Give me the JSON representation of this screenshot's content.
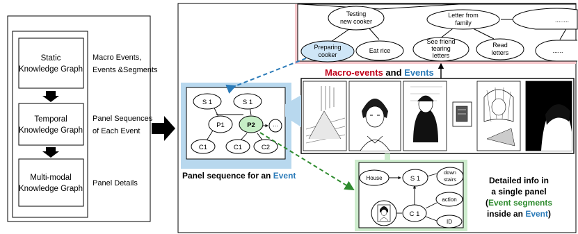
{
  "left_panel": {
    "stages": [
      {
        "line1": "Static",
        "line2": "Knowledge Graph",
        "desc1": "Macro Events,",
        "desc2": "Events &Segments"
      },
      {
        "line1": "Temporal",
        "line2": "Knowledge Graph",
        "desc1": "Panel Sequences",
        "desc2": "of Each Event"
      },
      {
        "line1": "Multi-modal",
        "line2": "Knowledge Graph",
        "desc1": "Panel Details",
        "desc2": ""
      }
    ]
  },
  "top_graph": {
    "nodes": {
      "testing_line1": "Testing",
      "testing_line2": "new cooker",
      "letter_line1": "Letter from",
      "letter_line2": "family",
      "ellipsis_top": "........",
      "preparing_line1": "Preparing",
      "preparing_line2": "cooker",
      "eat_rice": "Eat rice",
      "see_line1": "See friend",
      "see_line2": "tearing",
      "see_line3": "letters",
      "read_line1": "Read",
      "read_line2": "letters",
      "ellipsis_bottom": "......"
    }
  },
  "heading": {
    "macro": "Macro-events",
    "and": " and ",
    "events": "Events"
  },
  "panel_sequence": {
    "nodes": {
      "s1a": "S 1",
      "s1b": "S 1",
      "p1": "P1",
      "p2": "P2",
      "more": "...",
      "c1a": "C1",
      "c1b": "C1",
      "c2": "C2"
    },
    "caption_prefix": "Panel sequence for an ",
    "caption_event": "Event"
  },
  "panel_detail": {
    "nodes": {
      "house": "House",
      "s1": "S 1",
      "down": "down",
      "stairs": "stairs",
      "c1": "C 1",
      "action": "action",
      "id": "ID"
    }
  },
  "detail_caption": {
    "line1": "Detailed info in",
    "line2": "a single panel",
    "line3_open": "(",
    "line3_green": "Event segments",
    "line4_prefix": "inside an ",
    "line4_blue": "Event",
    "line4_suffix": ")"
  },
  "colors": {
    "red": "#c0001a",
    "blue": "#2a7ab8",
    "green": "#2e8b2e",
    "top_bg": "#f6c8cc",
    "seq_bg": "#b8d8ee",
    "detail_bg": "#cdeccd",
    "highlight_blue": "#cfe6f7",
    "highlight_green": "#c6eec6"
  }
}
